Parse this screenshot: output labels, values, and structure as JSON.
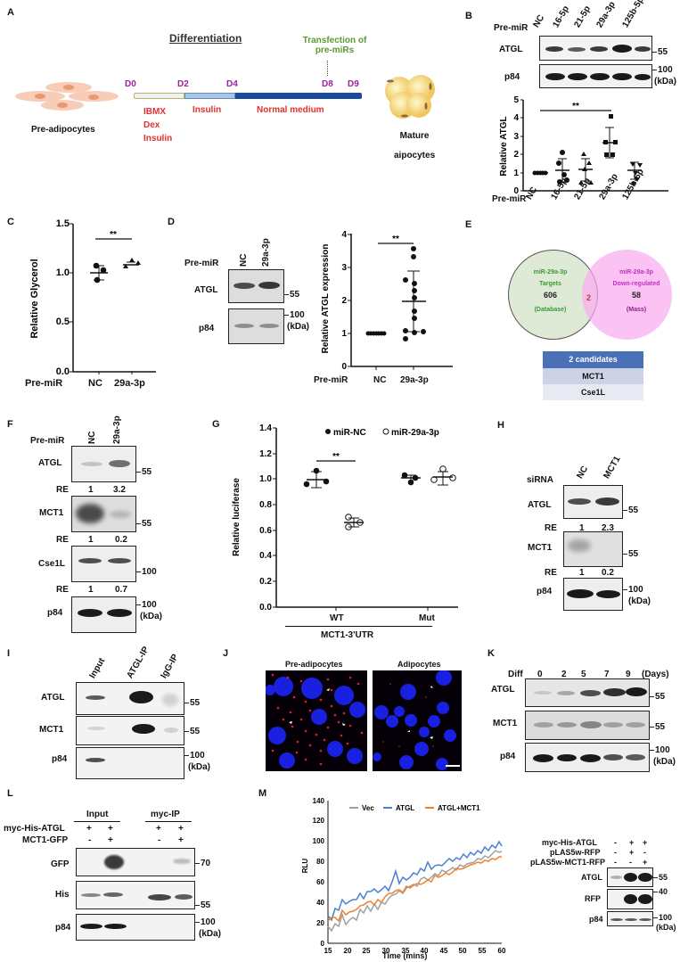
{
  "panels": {
    "A": {
      "label": "A",
      "title": "Differentiation",
      "transfection": "Transfection of\npre-miRs",
      "transfection_line1": "Transfection of",
      "transfection_line2": "pre-miRs",
      "days": [
        "D0",
        "D2",
        "D4",
        "D8",
        "D9"
      ],
      "phases": [
        {
          "label_lines": [
            "IBMX",
            "Dex",
            "Insulin"
          ],
          "color": "#e8f4f8"
        },
        {
          "label_lines": [
            "Insulin"
          ],
          "color": "#a9c6e8"
        },
        {
          "label_lines": [
            "Normal medium"
          ],
          "color": "#1a4a9a"
        }
      ],
      "left_cells": "Pre-adipocytes",
      "right_cells_line1": "Mature",
      "right_cells_line2": "aipocytes",
      "colors": {
        "days": "#a020a0",
        "phases_text": "#e03030",
        "transfection": "#5a9a30"
      }
    },
    "B": {
      "label": "B",
      "row_label": "Pre-miR",
      "lanes": [
        "NC",
        "16-5p",
        "21-5p",
        "29a-3p",
        "125b-5p"
      ],
      "blots": [
        {
          "name": "ATGL",
          "marker": "55"
        },
        {
          "name": "p84",
          "marker": "100",
          "unit": "(kDa)"
        }
      ],
      "significance": "**"
    },
    "C": {
      "label": "C",
      "significance": "**",
      "row_label": "Pre-miR",
      "groups": [
        "NC",
        "29a-3p"
      ]
    },
    "D": {
      "label": "D",
      "row_label": "Pre-miR",
      "lanes": [
        "NC",
        "29a-3p"
      ],
      "blots": [
        {
          "name": "ATGL",
          "marker": "55"
        },
        {
          "name": "p84",
          "marker": "100",
          "unit": "(kDa)"
        }
      ],
      "significance": "**",
      "groups": [
        "NC",
        "29a-3p"
      ]
    },
    "E": {
      "label": "E",
      "left_circle": {
        "line1": "miR-29a-3p",
        "line2": "Targets",
        "count": "606",
        "source": "(Database)"
      },
      "right_circle": {
        "line1": "miR-29a-3p",
        "line2": "Down-regulated",
        "count": "58",
        "source": "(Mass)"
      },
      "overlap": "2",
      "table": {
        "header": "2 candidates",
        "rows": [
          "MCT1",
          "Cse1L"
        ]
      }
    },
    "F": {
      "label": "F",
      "row_label": "Pre-miR",
      "lanes": [
        "NC",
        "29a-3p"
      ],
      "blots": [
        {
          "name": "ATGL",
          "marker": "55",
          "re": [
            "1",
            "3.2"
          ]
        },
        {
          "name": "MCT1",
          "marker": "55",
          "re": [
            "1",
            "0.2"
          ]
        },
        {
          "name": "Cse1L",
          "marker": "100",
          "re": [
            "1",
            "0.7"
          ]
        },
        {
          "name": "p84",
          "marker": "100",
          "unit": "(kDa)"
        }
      ],
      "re_label": "RE"
    },
    "G": {
      "label": "G",
      "legend": [
        "miR-NC",
        "miR-29a-3p"
      ],
      "significance": "**",
      "groups": [
        "WT",
        "Mut"
      ],
      "xlabel": "MCT1-3'UTR"
    },
    "H": {
      "label": "H",
      "row_label": "siRNA",
      "lanes": [
        "NC",
        "MCT1"
      ],
      "blots": [
        {
          "name": "ATGL",
          "marker": "55",
          "re": [
            "1",
            "2.3"
          ]
        },
        {
          "name": "MCT1",
          "marker": "55",
          "re": [
            "1",
            "0.2"
          ]
        },
        {
          "name": "p84",
          "marker": "100",
          "unit": "(kDa)"
        }
      ],
      "re_label": "RE"
    },
    "I": {
      "label": "I",
      "lanes": [
        "Input",
        "ATGL-IP",
        "IgG-IP"
      ],
      "blots": [
        {
          "name": "ATGL",
          "marker": "55"
        },
        {
          "name": "MCT1",
          "marker": "55"
        },
        {
          "name": "p84",
          "marker": "100",
          "unit": "(kDa)"
        }
      ]
    },
    "J": {
      "label": "J",
      "images": [
        "Pre-adipocytes",
        "Adipocytes"
      ]
    },
    "K": {
      "label": "K",
      "row_label": "Diff",
      "lanes": [
        "0",
        "2",
        "5",
        "7",
        "9"
      ],
      "unit_label": "(Days)",
      "blots": [
        {
          "name": "ATGL",
          "marker": "55"
        },
        {
          "name": "MCT1",
          "marker": "55"
        },
        {
          "name": "p84",
          "marker": "100",
          "unit": "(kDa)"
        }
      ]
    },
    "L": {
      "label": "L",
      "groups": [
        "Input",
        "myc-IP"
      ],
      "conditions": [
        {
          "name": "myc-His-ATGL",
          "values": [
            "+",
            "+",
            "+",
            "+"
          ]
        },
        {
          "name": "MCT1-GFP",
          "values": [
            "-",
            "+",
            "-",
            "+"
          ]
        }
      ],
      "blots": [
        {
          "name": "GFP",
          "marker": "70"
        },
        {
          "name": "His",
          "marker": "55"
        },
        {
          "name": "p84",
          "marker": "100",
          "unit": "(kDa)"
        }
      ]
    },
    "M": {
      "label": "M",
      "conditions": [
        {
          "name": "myc-His-ATGL",
          "values": [
            "-",
            "+",
            "+"
          ]
        },
        {
          "name": "pLAS5w-RFP",
          "values": [
            "-",
            "+",
            "-"
          ]
        },
        {
          "name": "pLAS5w-MCT1-RFP",
          "values": [
            "-",
            "-",
            "+"
          ]
        }
      ],
      "blots": [
        {
          "name": "ATGL",
          "marker": "55"
        },
        {
          "name": "RFP",
          "marker": "40"
        },
        {
          "name": "p84",
          "marker": "100",
          "unit": "(kDa)"
        }
      ]
    }
  },
  "chart_data": [
    {
      "panel": "B",
      "type": "scatter",
      "ylabel": "Relative ATGL",
      "xlabel": "Pre-miR",
      "categories": [
        "NC",
        "16-5p",
        "21-5p",
        "29a-3p",
        "125b-5p"
      ],
      "ylim": [
        0,
        5
      ],
      "yticks": [
        0,
        1,
        2,
        3,
        4,
        5
      ],
      "points": [
        [
          1,
          1,
          1,
          1,
          1
        ],
        [
          2.1,
          1.5,
          0.6,
          0.5,
          0.9
        ],
        [
          2.0,
          1.5,
          1.2,
          0.6,
          0.6
        ],
        [
          4.0,
          2.6,
          2.6,
          1.8,
          1.8
        ],
        [
          1.7,
          1.6,
          1.2,
          1.0,
          0.7
        ]
      ],
      "means": [
        1.0,
        1.12,
        1.15,
        2.6,
        1.15
      ],
      "sd": [
        0.0,
        0.65,
        0.6,
        0.85,
        0.45
      ],
      "annotations": [
        {
          "from": "NC",
          "to": "29a-3p",
          "text": "**"
        }
      ]
    },
    {
      "panel": "C",
      "type": "scatter",
      "ylabel": "Relative Glycerol",
      "xlabel": "Pre-miR",
      "categories": [
        "NC",
        "29a-3p"
      ],
      "ylim": [
        0,
        1.5
      ],
      "yticks": [
        0.0,
        0.5,
        1.0,
        1.5
      ],
      "points": [
        [
          1.07,
          1.03,
          0.93
        ],
        [
          1.2,
          1.23,
          1.22
        ]
      ],
      "means": [
        1.0,
        1.21
      ],
      "sd": [
        0.07,
        0.02
      ],
      "annotations": [
        {
          "from": "NC",
          "to": "29a-3p",
          "text": "**"
        }
      ]
    },
    {
      "panel": "D",
      "type": "scatter",
      "ylabel": "Relative ATGL expression",
      "xlabel": "Pre-miR",
      "categories": [
        "NC",
        "29a-3p"
      ],
      "ylim": [
        0,
        4
      ],
      "yticks": [
        0,
        1,
        2,
        3,
        4
      ],
      "points": [
        [
          1,
          1,
          1,
          1,
          1,
          1,
          1,
          1,
          1,
          1,
          1,
          1
        ],
        [
          3.55,
          3.3,
          2.6,
          2.5,
          2.3,
          2.1,
          1.7,
          1.5,
          1.3,
          1.05,
          1.0,
          0.9
        ]
      ],
      "means": [
        1.0,
        1.95
      ],
      "sd": [
        0.0,
        0.92
      ],
      "annotations": [
        {
          "from": "NC",
          "to": "29a-3p",
          "text": "**"
        }
      ]
    },
    {
      "panel": "G",
      "type": "scatter",
      "ylabel": "Relative luciferase",
      "xlabel": "MCT1-3'UTR",
      "categories": [
        "WT",
        "Mut"
      ],
      "legend": [
        "miR-NC",
        "miR-29a-3p"
      ],
      "ylim": [
        0,
        1.4
      ],
      "yticks": [
        0.0,
        0.2,
        0.4,
        0.6,
        0.8,
        1.0,
        1.2,
        1.4
      ],
      "series": [
        {
          "name": "miR-NC",
          "points": [
            [
              1.07,
              0.98,
              0.95
            ],
            [
              1.09,
              1.07,
              1.02
            ]
          ],
          "means": [
            1.0,
            1.06
          ],
          "sd": [
            0.06,
            0.03
          ]
        },
        {
          "name": "miR-29a-3p",
          "points": [
            [
              0.7,
              0.67,
              0.64
            ],
            [
              1.13,
              1.07,
              1.03
            ]
          ],
          "means": [
            0.67,
            1.07
          ],
          "sd": [
            0.03,
            0.05
          ]
        }
      ],
      "annotations": [
        {
          "group": "WT",
          "text": "**"
        }
      ]
    },
    {
      "panel": "M",
      "type": "line",
      "ylabel": "RLU",
      "xlabel": "Time (mins)",
      "xlim": [
        15,
        60
      ],
      "ylim": [
        0,
        140
      ],
      "xticks": [
        15,
        20,
        25,
        30,
        35,
        40,
        45,
        50,
        55,
        60
      ],
      "yticks": [
        0,
        20,
        40,
        60,
        80,
        100,
        120,
        140
      ],
      "legend": [
        "Vec",
        "ATGL",
        "ATGL+MCT1"
      ],
      "x": [
        15,
        20,
        25,
        30,
        35,
        40,
        45,
        50,
        55,
        60
      ],
      "series": [
        {
          "name": "Vec",
          "color": "#a0a0a0",
          "values": [
            17,
            27,
            38,
            50,
            60,
            70,
            78,
            86,
            96,
            103
          ]
        },
        {
          "name": "ATGL",
          "color": "#4a80d0",
          "values": [
            27,
            42,
            55,
            65,
            73,
            84,
            92,
            100,
            108,
            115
          ]
        },
        {
          "name": "ATGL+MCT1",
          "color": "#f08030",
          "values": [
            22,
            32,
            43,
            50,
            58,
            67,
            76,
            84,
            90,
            95
          ]
        }
      ]
    }
  ]
}
